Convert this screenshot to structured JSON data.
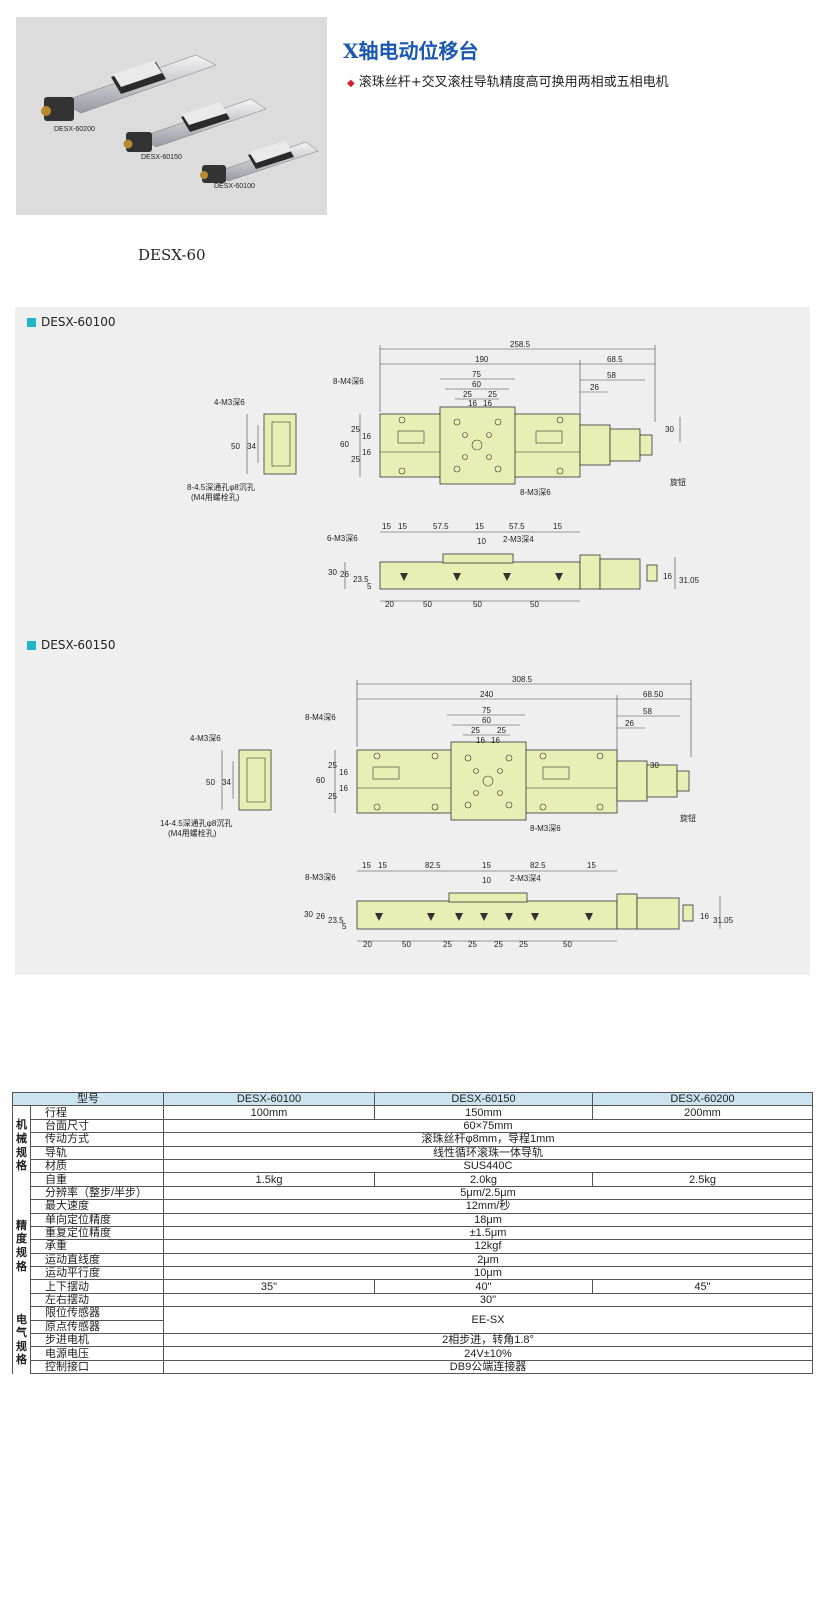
{
  "header": {
    "title": "X轴电动位移台",
    "feature": "滚珠丝杆+交叉滚柱导轨精度高可换用两相或五相电机"
  },
  "photo": {
    "labels": [
      "DESX-60200",
      "DESX-60150",
      "DESX-60100"
    ]
  },
  "model_caption": "DESX-60",
  "colors": {
    "title": "#1a57b0",
    "accent_square": "#20b8c8",
    "part_fill": "#e8efb4",
    "table_header": "#cce3f0"
  },
  "drawings": {
    "sections": [
      {
        "label": "DESX-60100",
        "top": {
          "overall": "258.5",
          "length": "190",
          "motor": "68.5",
          "motor_inner": "58",
          "motor_offset": "26",
          "h75": "75",
          "h60": "60",
          "h25a": "25",
          "h25b": "25",
          "h16a": "16",
          "h16b": "16",
          "v25a": "25",
          "v16a": "16",
          "v16b": "16",
          "v25b": "25",
          "v60": "60",
          "v30": "30",
          "holes_m4": "8-M4深6",
          "holes_m3": "8-M3深6",
          "knob": "旋钮"
        },
        "end": {
          "holes": "4-M3深6",
          "v50": "50",
          "v34": "34",
          "note1": "8-4.5深通孔φ8沉孔",
          "note2": "(M4用螺栓孔)"
        },
        "side": {
          "d15a": "15",
          "d15b": "15",
          "d57a": "57.5",
          "d15c": "15",
          "d57b": "57.5",
          "d15d": "15",
          "d10": "10",
          "holes_m3": "6-M3深6",
          "holes_2m3": "2-M3深4",
          "v30": "30",
          "v26": "26",
          "v23": "23.5",
          "v5": "5",
          "v16": "16",
          "v31": "31.05",
          "b20": "20",
          "b50a": "50",
          "b50b": "50",
          "b50c": "50"
        }
      },
      {
        "label": "DESX-60150",
        "top": {
          "overall": "308.5",
          "length": "240",
          "motor": "68.50",
          "motor_inner": "58",
          "motor_offset": "26",
          "h75": "75",
          "h60": "60",
          "h25a": "25",
          "h25b": "25",
          "h16a": "16",
          "h16b": "16",
          "v25a": "25",
          "v16a": "16",
          "v16b": "16",
          "v25b": "25",
          "v60": "60",
          "v30": "30",
          "holes_m4": "8-M4深6",
          "holes_m3": "8-M3深6",
          "knob": "旋钮"
        },
        "end": {
          "holes": "4-M3深6",
          "v50": "50",
          "v34": "34",
          "note1": "14-4.5深通孔φ8沉孔",
          "note2": "(M4用螺栓孔)"
        },
        "side": {
          "d15a": "15",
          "d15b": "15",
          "d82a": "82.5",
          "d15c": "15",
          "d82b": "82.5",
          "d15d": "15",
          "d10": "10",
          "holes_m3": "8-M3深6",
          "holes_2m3": "2-M3深4",
          "v30": "30",
          "v26": "26",
          "v23": "23.5",
          "v5": "5",
          "v16": "16",
          "v31": "31.05",
          "b20": "20",
          "b50a": "50",
          "b25a": "25",
          "b25b": "25",
          "b25c": "25",
          "b25d": "25",
          "b50b": "50"
        }
      }
    ]
  },
  "spec_table": {
    "header": [
      "型号",
      "DESX-60100",
      "DESX-60150",
      "DESX-60200"
    ],
    "groups": [
      {
        "name": "机械规格",
        "rows": [
          {
            "item": "行程",
            "values": [
              "100mm",
              "150mm",
              "200mm"
            ]
          },
          {
            "item": "台面尺寸",
            "values": [
              "60×75mm"
            ]
          },
          {
            "item": "传动方式",
            "values": [
              "滚珠丝杆φ8mm，导程1mm"
            ]
          },
          {
            "item": "导轨",
            "values": [
              "线性循环滚珠一体导轨"
            ]
          },
          {
            "item": "材质",
            "values": [
              "SUS440C"
            ]
          },
          {
            "item": "自重",
            "values": [
              "1.5kg",
              "2.0kg",
              "2.5kg"
            ]
          }
        ]
      },
      {
        "name": "精度规格",
        "rows": [
          {
            "item": "分辨率（整步/半步）",
            "values": [
              "5μm/2.5μm"
            ]
          },
          {
            "item": "最大速度",
            "values": [
              "12mm/秒"
            ]
          },
          {
            "item": "单向定位精度",
            "values": [
              "18μm"
            ]
          },
          {
            "item": "重复定位精度",
            "values": [
              "±1.5μm"
            ]
          },
          {
            "item": "承重",
            "values": [
              "12kgf"
            ]
          },
          {
            "item": "运动直线度",
            "values": [
              "2μm"
            ]
          },
          {
            "item": "运动平行度",
            "values": [
              "10μm"
            ]
          },
          {
            "item": "上下摆动",
            "values": [
              "35\"",
              "40\"",
              "45\""
            ]
          },
          {
            "item": "左右摆动",
            "values": [
              "30\""
            ]
          }
        ]
      },
      {
        "name": "电气规格",
        "rows": [
          {
            "item": "限位传感器",
            "values": [
              "EE-SX"
            ],
            "rowspan_values": 2
          },
          {
            "item": "原点传感器",
            "values": []
          },
          {
            "item": "步进电机",
            "values": [
              "2相步进，转角1.8°"
            ]
          },
          {
            "item": "电源电压",
            "values": [
              "24V±10%"
            ]
          },
          {
            "item": "控制接口",
            "values": [
              "DB9公端连接器"
            ]
          }
        ]
      }
    ]
  }
}
